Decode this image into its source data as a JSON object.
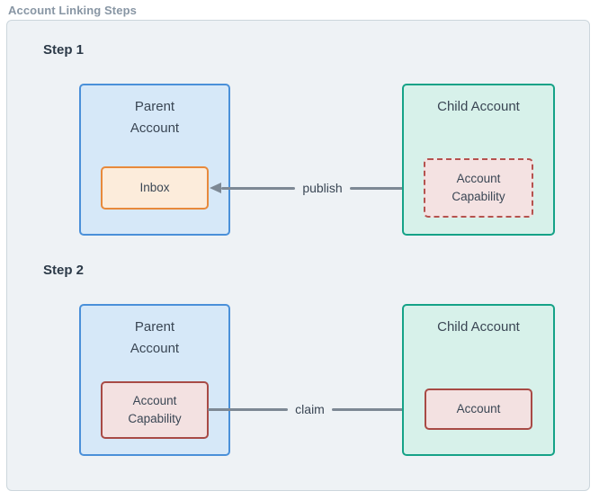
{
  "frame": {
    "title": "Account Linking Steps"
  },
  "colors": {
    "canvas_bg": "#eef2f5",
    "canvas_border": "#ccd6dc",
    "frame_label": "#8896a4",
    "heading_text": "#2c3a48",
    "body_text": "#3a4654",
    "parent_fill": "#d6e8f8",
    "parent_border": "#4a90d9",
    "child_fill": "#d7f1ea",
    "child_border": "#15a287",
    "inbox_fill": "#fcecdb",
    "inbox_border": "#e8893b",
    "capability_fill": "#f3e1e1",
    "capability_border": "#a84a45",
    "capability_dashed_border": "#b5524e",
    "arrow": "#7d8894"
  },
  "steps": [
    {
      "heading": "Step 1",
      "parent": {
        "title": "Parent Account",
        "inner": "Inbox"
      },
      "child": {
        "title": "Child Account",
        "inner": "Account Capability"
      },
      "arrow": {
        "label": "publish",
        "direction": "right-to-left"
      }
    },
    {
      "heading": "Step 2",
      "parent": {
        "title": "Parent Account",
        "inner": "Account Capability"
      },
      "child": {
        "title": "Child Account",
        "inner": "Account"
      },
      "arrow": {
        "label": "claim",
        "direction": "left-to-right"
      }
    }
  ]
}
